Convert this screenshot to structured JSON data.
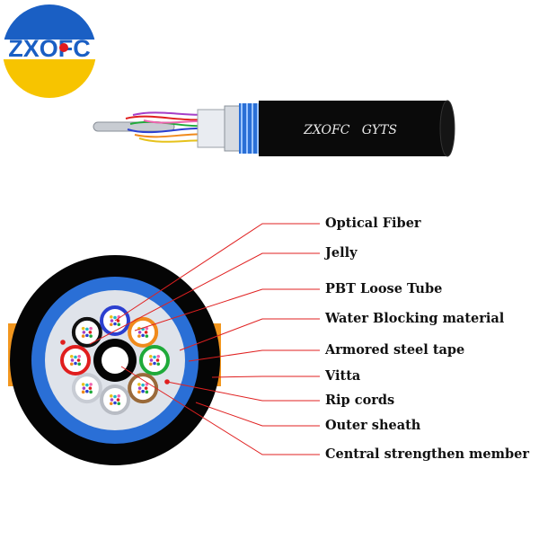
{
  "logo": {
    "text": "ZXOFC",
    "colors": {
      "blue": "#1a5fc4",
      "yellow": "#f7c400",
      "red": "#e0191f"
    }
  },
  "cable_print": "ZXOFC   GYTS",
  "labels": [
    "Optical Fiber",
    "Jelly",
    "PBT Loose Tube",
    "Water Blocking material",
    "Armored steel tape",
    "Vitta",
    "Rip cords",
    "Outer sheath",
    "Central strengthen member"
  ],
  "colors": {
    "outer_sheath": "#050505",
    "armor_blue": "#2a6fd6",
    "vitta": "#f2961e",
    "water_block": "#dfe3ea",
    "leader_line": "#e02020"
  },
  "loose_tubes": [
    {
      "position": "top-left",
      "color": "#111111"
    },
    {
      "position": "top",
      "color": "#2b3fd0"
    },
    {
      "position": "top-right",
      "color": "#f08a1c"
    },
    {
      "position": "right",
      "color": "#1faa3a"
    },
    {
      "position": "bottom-right",
      "color": "#9a6a3a"
    },
    {
      "position": "bottom",
      "color": "#b8bcc4"
    },
    {
      "position": "bottom-left",
      "color": "#c8ccd4"
    },
    {
      "position": "left",
      "color": "#e01e1e"
    }
  ]
}
